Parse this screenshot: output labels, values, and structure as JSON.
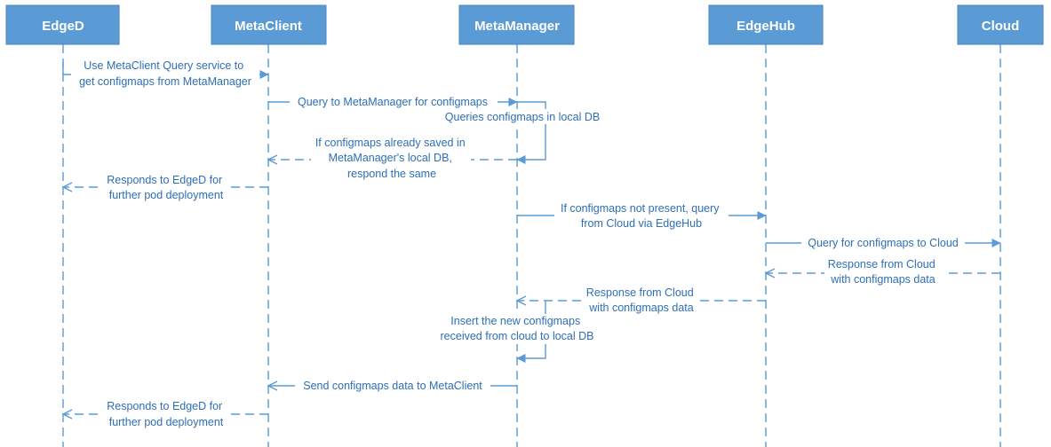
{
  "actors": [
    {
      "id": "edged",
      "label": "EdgeD"
    },
    {
      "id": "metaclient",
      "label": "MetaClient"
    },
    {
      "id": "metamanager",
      "label": "MetaManager"
    },
    {
      "id": "edgehub",
      "label": "EdgeHub"
    },
    {
      "id": "cloud",
      "label": "Cloud"
    }
  ],
  "messages": [
    {
      "lines": [
        "Use MetaClient Query service to",
        "get configmaps from MetaManager"
      ]
    },
    {
      "lines": [
        "Query to MetaManager for configmaps"
      ]
    },
    {
      "lines": [
        "Queries configmaps in local DB"
      ]
    },
    {
      "lines": [
        "If configmaps already saved in",
        "MetaManager's local DB,",
        "respond the same"
      ]
    },
    {
      "lines": [
        "Responds to EdgeD for",
        "further pod deployment"
      ]
    },
    {
      "lines": [
        "If configmaps not present, query",
        "from Cloud via EdgeHub"
      ]
    },
    {
      "lines": [
        "Query for configmaps to Cloud"
      ]
    },
    {
      "lines": [
        "Response from Cloud",
        "with configmaps data"
      ]
    },
    {
      "lines": [
        "Response from Cloud",
        "with configmaps data"
      ]
    },
    {
      "lines": [
        "Insert the new configmaps",
        "received from cloud to local DB"
      ]
    },
    {
      "lines": [
        "Send configmaps data to MetaClient"
      ]
    },
    {
      "lines": [
        "Responds to EdgeD for",
        "further pod deployment"
      ]
    }
  ],
  "colors": {
    "actor_fill": "#5b9bd5",
    "actor_border": "#4a86c0",
    "line": "#5b9bd5",
    "text": "#2e6fb5"
  }
}
